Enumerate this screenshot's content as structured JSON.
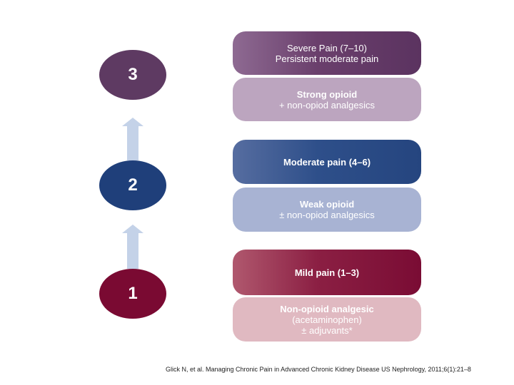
{
  "steps": [
    {
      "number": "3",
      "color": "#5e3a62",
      "header": [
        "Severe Pain (7–10)",
        "Persistent moderate pain"
      ],
      "treatment": [
        "Strong opioid",
        "+ non-opiod analgesics"
      ]
    },
    {
      "number": "2",
      "color": "#1f3f7a",
      "header": [
        "Moderate pain (4–6)"
      ],
      "treatment": [
        "Weak opioid",
        "± non-opiod analgesics"
      ]
    },
    {
      "number": "1",
      "color": "#7a0a32",
      "header": [
        "Mild pain (1–3)"
      ],
      "treatment": [
        "Non-opioid analgesic",
        "(acetaminophen)",
        "± adjuvants*"
      ]
    }
  ],
  "citation": "Glick N, et al. Managing Chronic Pain in Advanced Chronic Kidney Disease US Nephrology, 2011;6(1):21–8",
  "colors": {
    "arrow": "#c4d2e8"
  }
}
